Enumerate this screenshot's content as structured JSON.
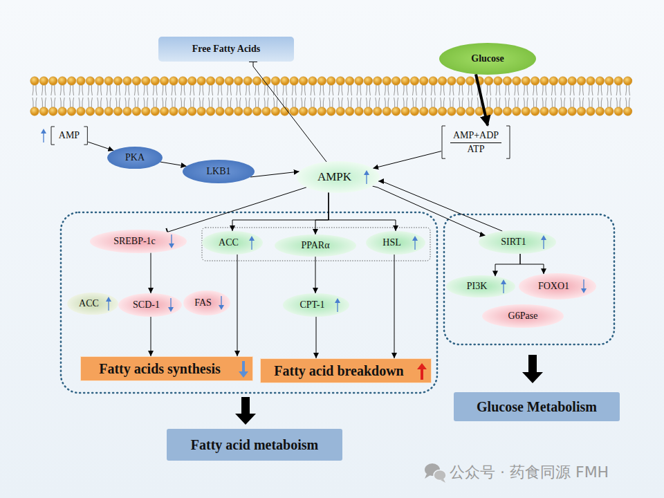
{
  "diagram": {
    "nodes": [
      {
        "text": [
          "Free Fatty Acids"
        ]
      },
      {
        "text": [
          "Glucose"
        ]
      },
      {
        "text": [
          "AMP"
        ]
      },
      {
        "text": [
          "AMP+ADP",
          "ATP"
        ]
      },
      {
        "text": [
          "PKA"
        ]
      },
      {
        "text": [
          "LKB1"
        ]
      },
      {
        "text": [
          "AMPK"
        ]
      },
      {
        "text": [
          "SREBP-1c"
        ]
      },
      {
        "text": [
          "ACC"
        ]
      },
      {
        "text": [
          "PPARα"
        ]
      },
      {
        "text": [
          "HSL"
        ]
      },
      {
        "text": [
          "SIRT1"
        ]
      },
      {
        "text": [
          "ACC"
        ]
      },
      {
        "text": [
          "SCD-1"
        ]
      },
      {
        "text": [
          "FAS"
        ]
      },
      {
        "text": [
          "CPT-1"
        ]
      },
      {
        "text": [
          "PI3K"
        ]
      },
      {
        "text": [
          "FOXO1"
        ]
      },
      {
        "text": [
          "G6Pase"
        ]
      },
      {
        "text": [
          "Fatty acids synthesis"
        ]
      },
      {
        "text": [
          "Fatty acid breakdown"
        ]
      },
      {
        "text": [
          "Fatty acid metaboism"
        ]
      },
      {
        "text": [
          "Glucose Metabolism"
        ]
      }
    ],
    "edges": [
      {
        "from": 6,
        "to": 0,
        "arrow": "to"
      },
      {
        "from": 1,
        "to": 3,
        "arrow": "to"
      },
      {
        "from": 2,
        "to": 4,
        "arrow": "to"
      },
      {
        "from": 4,
        "to": 5,
        "arrow": "to"
      },
      {
        "from": 5,
        "to": 6,
        "arrow": "to"
      },
      {
        "from": 3,
        "to": 6,
        "arrow": "to"
      },
      {
        "from": 6,
        "to": 7,
        "arrow": "to"
      },
      {
        "from": 6,
        "to": 8,
        "arrow": "to"
      },
      {
        "from": 6,
        "to": 9,
        "arrow": "to"
      },
      {
        "from": 6,
        "to": 10,
        "arrow": "to"
      },
      {
        "from": 6,
        "to": 11,
        "arrow": "to"
      },
      {
        "from": 11,
        "to": 6,
        "arrow": "to"
      },
      {
        "from": 11,
        "to": 16,
        "arrow": "to"
      },
      {
        "from": 11,
        "to": 17,
        "arrow": "to"
      },
      {
        "from": 7,
        "to": 13,
        "arrow": "to"
      },
      {
        "from": 8,
        "to": 19,
        "arrow": "to"
      },
      {
        "from": 9,
        "to": 15,
        "arrow": "to"
      },
      {
        "from": 15,
        "to": 20,
        "arrow": "to"
      },
      {
        "from": 10,
        "to": 20,
        "arrow": "to"
      },
      {
        "from": 13,
        "to": 19,
        "arrow": "to"
      }
    ],
    "labels": [
      "公众号 · 药食同源 FMH"
    ]
  }
}
